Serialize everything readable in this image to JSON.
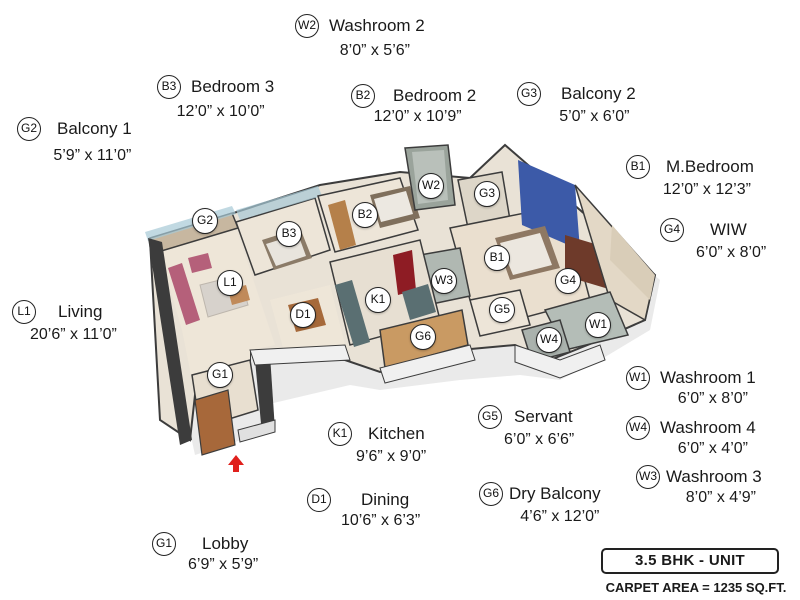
{
  "rooms": {
    "washroom2": {
      "code": "W2",
      "name": "Washroom 2",
      "dims": "8’0” x 5’6”"
    },
    "bedroom3": {
      "code": "B3",
      "name": "Bedroom 3",
      "dims": "12’0” x 10’0”"
    },
    "bedroom2": {
      "code": "B2",
      "name": "Bedroom 2",
      "dims": "12’0” x 10’9”"
    },
    "balcony2": {
      "code": "G3",
      "name": "Balcony 2",
      "dims": "5’0” x 6’0”"
    },
    "balcony1": {
      "code": "G2",
      "name": "Balcony 1",
      "dims": "5’9” x 11’0”"
    },
    "mbedroom": {
      "code": "B1",
      "name": "M.Bedroom",
      "dims": "12’0” x 12’3”"
    },
    "wiw": {
      "code": "G4",
      "name": "WIW",
      "dims": "6’0” x 8’0”"
    },
    "living": {
      "code": "L1",
      "name": "Living",
      "dims": "20’6” x 11’0”"
    },
    "washroom1": {
      "code": "W1",
      "name": "Washroom 1",
      "dims": "6’0” x 8’0”"
    },
    "washroom4": {
      "code": "W4",
      "name": "Washroom 4",
      "dims": "6’0” x 4’0”"
    },
    "kitchen": {
      "code": "K1",
      "name": "Kitchen",
      "dims": "9’6” x 9’0”"
    },
    "servant": {
      "code": "G5",
      "name": "Servant",
      "dims": "6’0” x 6’6”"
    },
    "washroom3": {
      "code": "W3",
      "name": "Washroom 3",
      "dims": "8’0” x 4’9”"
    },
    "dining": {
      "code": "D1",
      "name": "Dining",
      "dims": "10’6” x 6’3”"
    },
    "drybalcony": {
      "code": "G6",
      "name": "Dry Balcony",
      "dims": "4’6” x 12’0”"
    },
    "lobby": {
      "code": "G1",
      "name": "Lobby",
      "dims": "6’9” x 5’9”"
    }
  },
  "unit": {
    "type": "3.5 BHK - UNIT",
    "carpet_area": "CARPET AREA = 1235 SQ.FT."
  },
  "colors": {
    "wall": "#3c3c3c",
    "floor": "#e6dccd",
    "wood_floor": "#c99a63",
    "accent_blue": "#3c5aa8",
    "sofa": "#b5607a",
    "wardrobe": "#6e3a2a",
    "entry_arrow": "#e0201c"
  }
}
